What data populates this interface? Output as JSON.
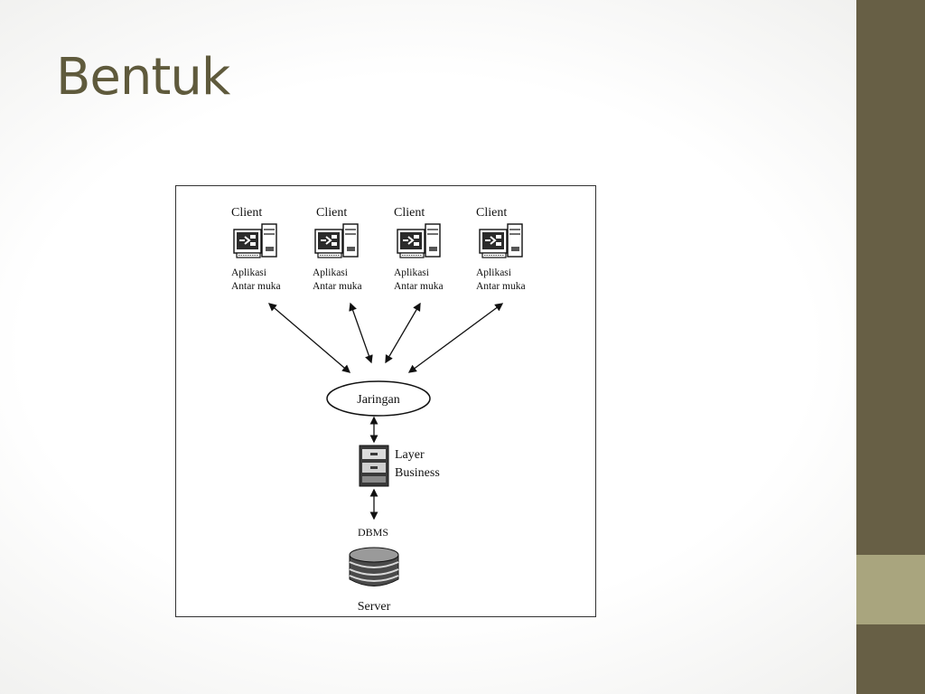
{
  "slide": {
    "title": "Bentuk"
  },
  "diagram": {
    "clients": [
      {
        "label": "Client",
        "app_line1": "Aplikasi",
        "app_line2": "Antar muka"
      },
      {
        "label": "Client",
        "app_line1": "Aplikasi",
        "app_line2": "Antar muka"
      },
      {
        "label": "Client",
        "app_line1": "Aplikasi",
        "app_line2": "Antar muka"
      },
      {
        "label": "Client",
        "app_line1": "Aplikasi",
        "app_line2": "Antar muka"
      }
    ],
    "network_label": "Jaringan",
    "business_line1": "Layer",
    "business_line2": "Business",
    "dbms_label": "DBMS",
    "server_label": "Server"
  },
  "colors": {
    "title_text": "#5f5a3c",
    "sidebar": "#675f45",
    "sidebar_accent": "#a9a57e",
    "diagram_ink": "#111111"
  }
}
